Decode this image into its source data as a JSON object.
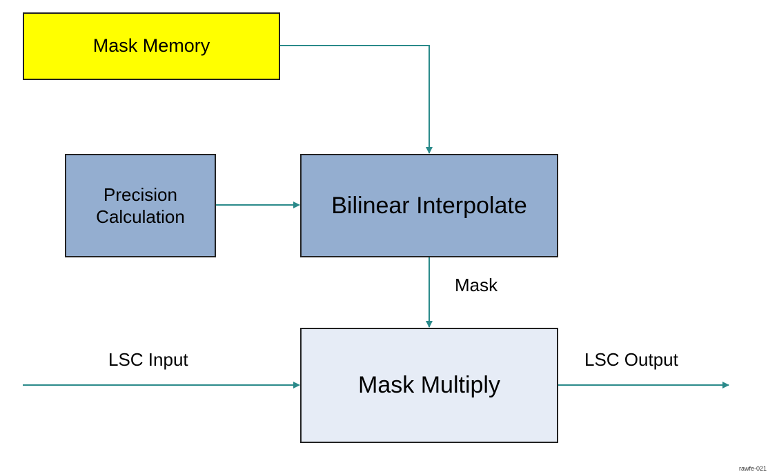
{
  "blocks": {
    "mask_memory": "Mask Memory",
    "precision_calculation_line1": "Precision",
    "precision_calculation_line2": "Calculation",
    "bilinear_interpolate": "Bilinear Interpolate",
    "mask_multiply": "Mask Multiply"
  },
  "labels": {
    "mask": "Mask",
    "lsc_input": "LSC Input",
    "lsc_output": "LSC Output"
  },
  "figure_id": "rawfe-021",
  "colors": {
    "mask_memory_fill": "#ffff00",
    "interpolate_fill": "#94aed0",
    "multiply_fill": "#e6ecf6",
    "arrow": "#2a8a8a"
  }
}
